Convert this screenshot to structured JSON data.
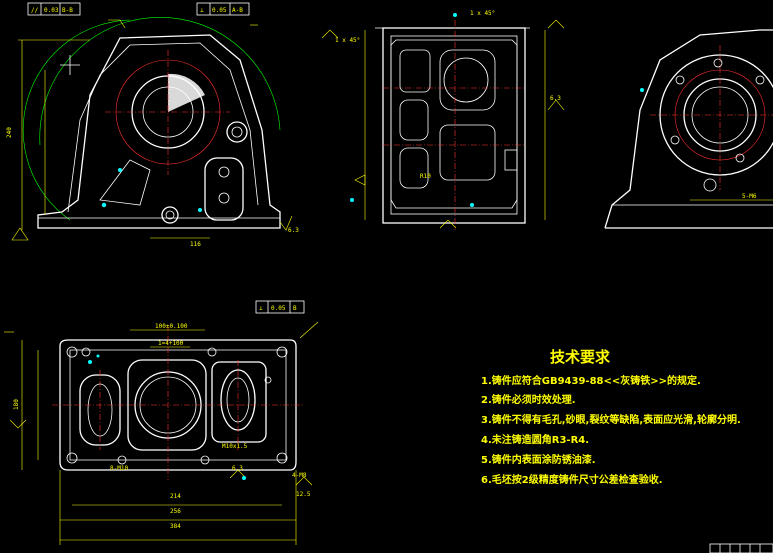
{
  "drawing": {
    "tech_requirements": {
      "title": "技术要求",
      "items": [
        "1.铸件应符合GB9439-88<<灰铸铁>>的规定.",
        "2.铸件必须时效处理.",
        "3.铸件不得有毛孔,砂眼,裂纹等缺陷,表面应光滑,轮廓分明.",
        "4.未注铸造圆角R3-R4.",
        "5.铸件内表面涂防锈油漆.",
        "6.毛坯按2级精度铸件尺寸公差检查验收."
      ]
    },
    "dimensions": {
      "v1_height": "240",
      "v1_bottom": "116",
      "v1_small": "6.3",
      "v2_chamfer_left": "1 x 45°",
      "v2_chamfer_right": "1 x 45°",
      "v2_h": "6.3",
      "v2_inner": "R10",
      "v3_holes": "5-M6",
      "top_total": "384",
      "top_mid": "214",
      "top_inner": "256",
      "top_pitch": "1=4+100",
      "top_tol": "100±0.100",
      "top_bolt": "8-M10",
      "top_thread": "M10x1.5",
      "top_holes": "4-M8",
      "top_left_h": "180",
      "top_rough": "6.3",
      "top_rough2": "12.5"
    },
    "gdt": {
      "frame1": [
        "//",
        "0.03",
        "B-B"
      ],
      "frame2": [
        "⊥",
        "0.05",
        "A-B"
      ],
      "frame3": [
        "⊥",
        "0.05",
        "B"
      ]
    }
  }
}
